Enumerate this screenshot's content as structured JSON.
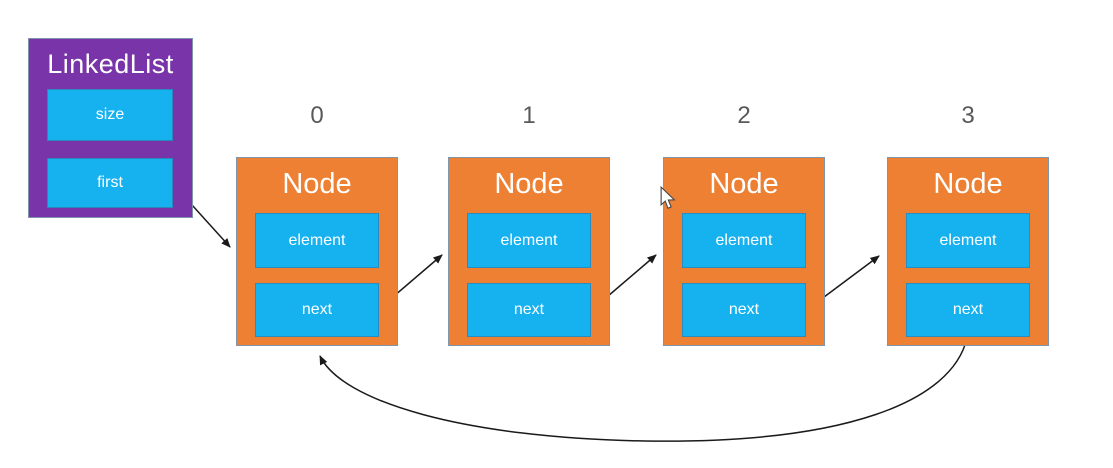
{
  "linkedlist": {
    "title": "LinkedList",
    "fields": [
      "size",
      "first"
    ]
  },
  "nodes": [
    {
      "index": "0",
      "title": "Node",
      "fields": [
        "element",
        "next"
      ]
    },
    {
      "index": "1",
      "title": "Node",
      "fields": [
        "element",
        "next"
      ]
    },
    {
      "index": "2",
      "title": "Node",
      "fields": [
        "element",
        "next"
      ]
    },
    {
      "index": "3",
      "title": "Node",
      "fields": [
        "element",
        "next"
      ]
    }
  ],
  "icons": {
    "cursor": "mouse-pointer-icon"
  },
  "colors": {
    "linkedlist_fill": "#7834a8",
    "node_fill": "#ed8033",
    "field_fill": "#16b2f0",
    "shape_border": "#8094aa",
    "index_text": "#595959",
    "field_text": "#ffffff",
    "arrow": "#1a1a1a"
  }
}
